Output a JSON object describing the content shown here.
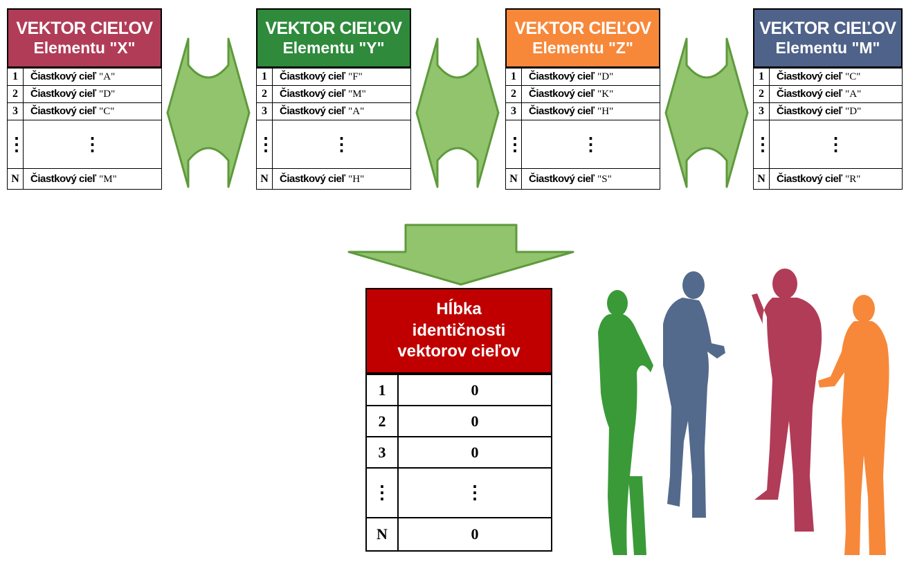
{
  "vectors": [
    {
      "title": "VEKTOR CIEĽOV",
      "subtitle": "Elementu \"X\"",
      "color": "#b13c57",
      "rows": [
        {
          "num": "1",
          "label": "Čiastkový cieľ",
          "code": "\"A\""
        },
        {
          "num": "2",
          "label": "Čiastkový cieľ",
          "code": "\"D\""
        },
        {
          "num": "3",
          "label": "Čiastkový cieľ",
          "code": "\"C\""
        }
      ],
      "last": {
        "num": "N",
        "label": "Čiastkový cieľ",
        "code": "\"M\""
      }
    },
    {
      "title": "VEKTOR CIEĽOV",
      "subtitle": "Elementu \"Y\"",
      "color": "#2f8a3c",
      "rows": [
        {
          "num": "1",
          "label": "Čiastkový cieľ",
          "code": "\"F\""
        },
        {
          "num": "2",
          "label": "Čiastkový cieľ",
          "code": "\"M\""
        },
        {
          "num": "3",
          "label": "Čiastkový cieľ",
          "code": "\"A\""
        }
      ],
      "last": {
        "num": "N",
        "label": "Čiastkový cieľ",
        "code": "\"H\""
      }
    },
    {
      "title": "VEKTOR CIEĽOV",
      "subtitle": "Elementu \"Z\"",
      "color": "#f7883a",
      "rows": [
        {
          "num": "1",
          "label": "Čiastkový cieľ",
          "code": "\"D\""
        },
        {
          "num": "2",
          "label": "Čiastkový cieľ",
          "code": "\"K\""
        },
        {
          "num": "3",
          "label": "Čiastkový cieľ",
          "code": "\"H\""
        }
      ],
      "last": {
        "num": "N",
        "label": "Čiastkový cieľ",
        "code": "\"S\""
      }
    },
    {
      "title": "VEKTOR CIEĽOV",
      "subtitle": "Elementu \"M\"",
      "color": "#4f6289",
      "rows": [
        {
          "num": "1",
          "label": "Čiastkový cieľ",
          "code": "\"C\""
        },
        {
          "num": "2",
          "label": "Čiastkový cieľ",
          "code": "\"A\""
        },
        {
          "num": "3",
          "label": "Čiastkový cieľ",
          "code": "\"D\""
        }
      ],
      "last": {
        "num": "N",
        "label": "Čiastkový cieľ",
        "code": "\"R\""
      }
    }
  ],
  "dots": "⋮",
  "result": {
    "title_lines": [
      "Hĺbka",
      "identičnosti",
      "vektorov cieľov"
    ],
    "color": "#c00000",
    "rows": [
      {
        "num": "1",
        "value": "0"
      },
      {
        "num": "2",
        "value": "0"
      },
      {
        "num": "3",
        "value": "0"
      }
    ],
    "last": {
      "num": "N",
      "value": "0"
    }
  },
  "colors": {
    "arrow_fill": "#92c46d",
    "arrow_stroke": "#5e9a3c",
    "person_green": "#3a9a38",
    "person_blue": "#536a8c",
    "person_red": "#b13c57",
    "person_orange": "#f7883a"
  },
  "people_icons": [
    "person-green-icon",
    "person-blue-icon",
    "person-red-icon",
    "person-orange-icon"
  ]
}
